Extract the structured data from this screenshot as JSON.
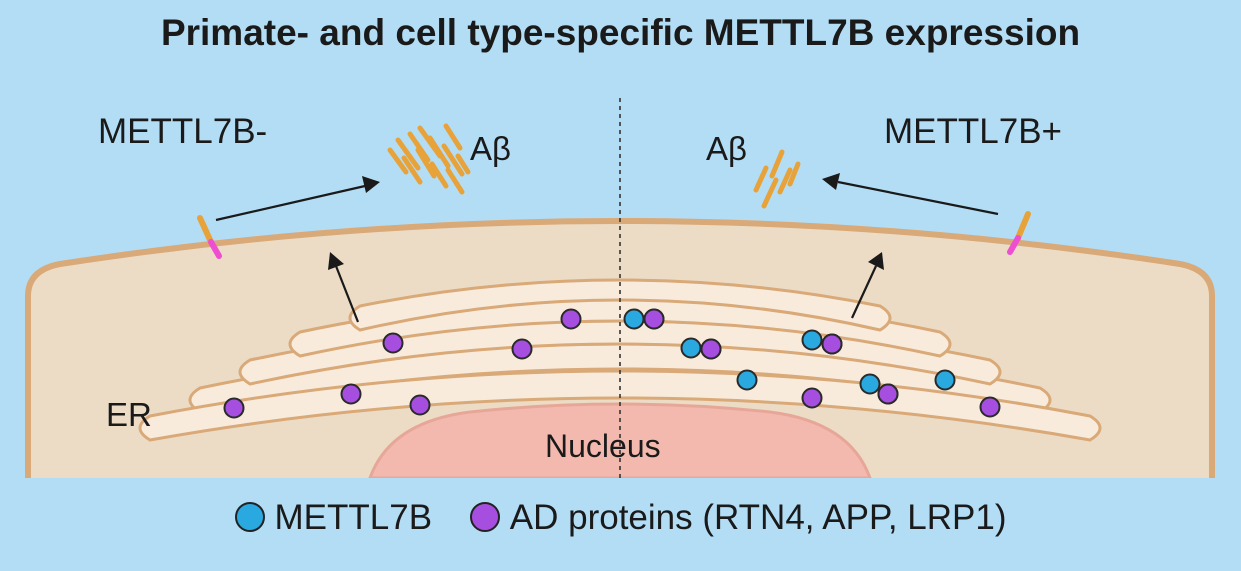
{
  "title": "Primate- and cell type-specific METTL7B expression",
  "labels": {
    "left_condition": "METTL7B-",
    "right_condition": "METTL7B+",
    "abeta_left": "Aβ",
    "abeta_right": "Aβ",
    "er": "ER",
    "nucleus": "Nucleus"
  },
  "legend": [
    {
      "label": "METTL7B",
      "color": "#2aa8e0"
    },
    {
      "label": "AD proteins (RTN4, APP, LRP1)",
      "color": "#a64ee0"
    }
  ],
  "colors": {
    "background": "#b3ddf5",
    "cytoplasm": "#ecdcc6",
    "membrane": "#d9a978",
    "er_fill": "#f8ebdc",
    "nucleus": "#f3b9ae",
    "abeta": "#e8a23a",
    "app_tip": "#ee4fd0"
  }
}
